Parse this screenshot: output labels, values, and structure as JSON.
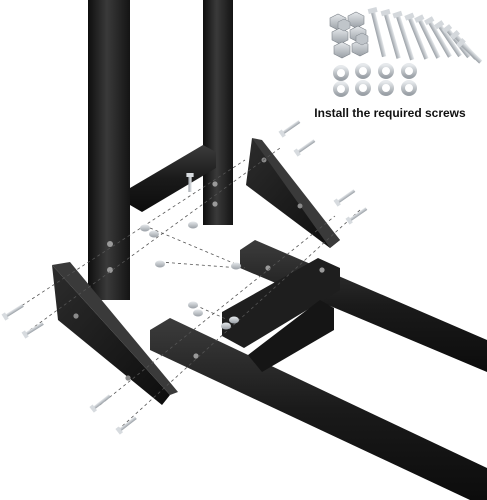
{
  "caption": "Install the required screws",
  "colors": {
    "frame": "#1b1b1b",
    "frame_highlight": "#4a4a4a",
    "hardware": "#c7ccd1",
    "hardware_dark": "#8e949a",
    "guide_line": "#555555",
    "background": "#ffffff"
  },
  "hardware_inset": {
    "bolts": 10,
    "nuts": 8,
    "washers": 8
  }
}
